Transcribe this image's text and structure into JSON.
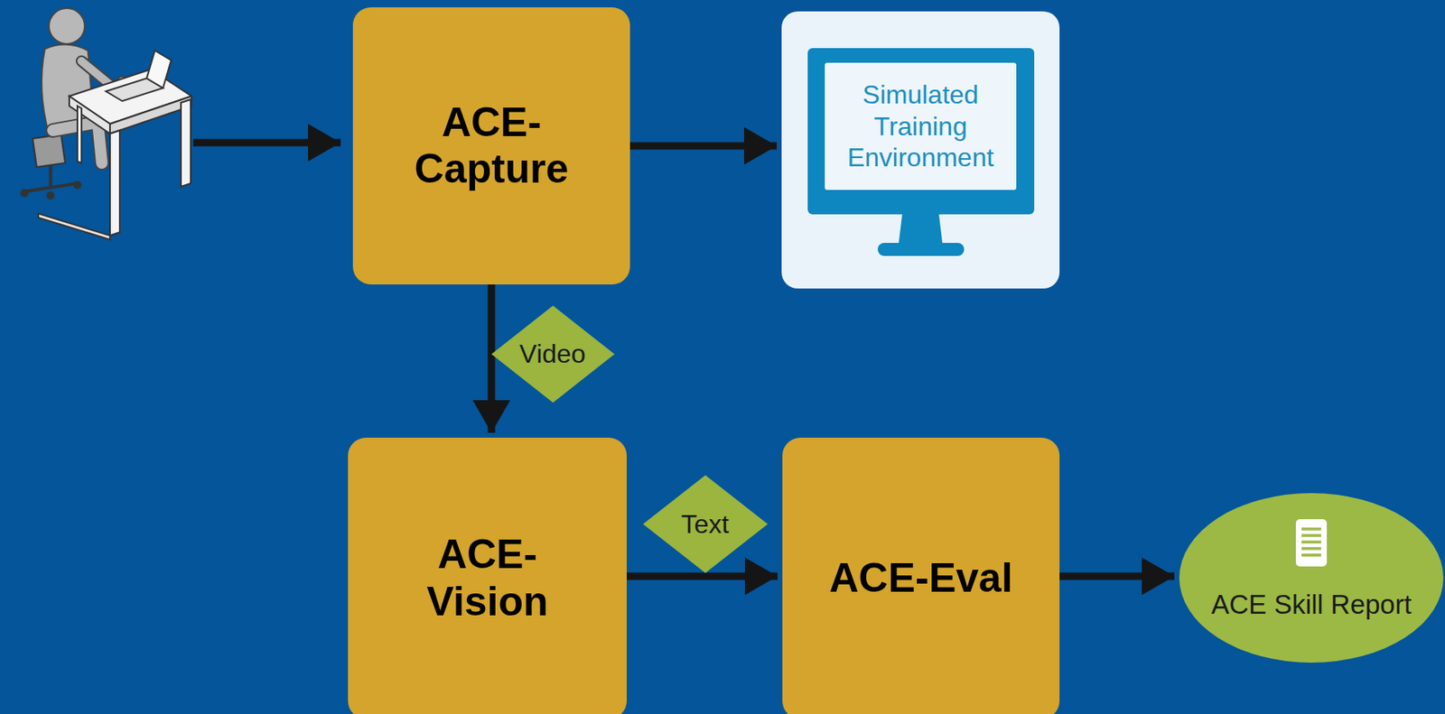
{
  "diagram": {
    "nodes": [
      {
        "text": [
          "ACE-Capture"
        ]
      },
      {
        "text": [
          "Simulated Training Environment"
        ]
      },
      {
        "text": [
          "ACE-Vision"
        ]
      },
      {
        "text": [
          "ACE-Eval"
        ]
      },
      {
        "text": [
          "ACE Skill Report"
        ]
      }
    ],
    "edges": [
      {
        "from": 0,
        "to": 1,
        "arrow": "to"
      },
      {
        "from": 0,
        "to": 2,
        "label": "Video",
        "arrow": "to"
      },
      {
        "from": 2,
        "to": 3,
        "label": "Text",
        "arrow": "to"
      },
      {
        "from": 3,
        "to": 4,
        "arrow": "to"
      }
    ]
  }
}
